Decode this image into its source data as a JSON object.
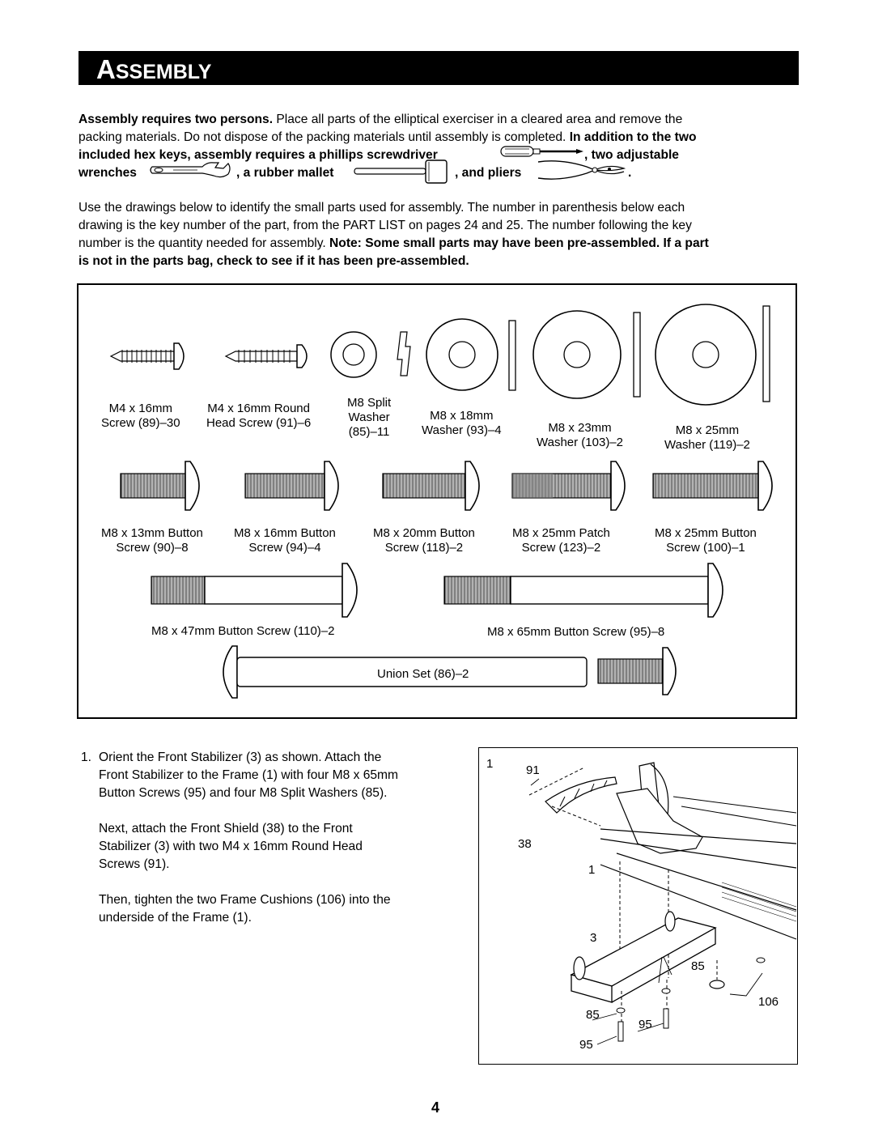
{
  "header": {
    "title_first": "A",
    "title_rest": "SSEMBLY"
  },
  "intro": {
    "bold1": "Assembly requires two persons.",
    "text1": " Place all parts of the elliptical exerciser in a cleared area and remove the",
    "line2_text": "packing materials. Do not dispose of the packing materials until assembly is completed. ",
    "line2_bold": "In addition to the two",
    "line3_bold": "included hex keys, assembly requires a phillips screwdriver",
    "line3_end": ", two adjustable",
    "line4_wrenches": "wrenches",
    "line4_mallet": ", a rubber mallet",
    "line4_pliers": ", and pliers",
    "line4_period": "."
  },
  "instructions": {
    "line1": "Use the drawings below to identify the small parts used for assembly. The number in parenthesis below each",
    "line2": "drawing is the key number of the part, from the PART LIST on pages 24 and 25. The number following the key",
    "line3_text": "number is the quantity needed for assembly. ",
    "line3_bold": "Note: Some small parts may have been pre-assembled. If a part",
    "line4_bold": "is not in the parts bag, check to see if it has been pre-assembled."
  },
  "parts": {
    "p89": [
      "M4 x 16mm",
      "Screw (89)–30"
    ],
    "p91": [
      "M4 x 16mm Round",
      "Head Screw (91)–6"
    ],
    "p85": [
      "M8 Split",
      "Washer",
      "(85)–11"
    ],
    "p93": [
      "M8 x 18mm",
      "Washer (93)–4"
    ],
    "p103": [
      "M8 x 23mm",
      "Washer (103)–2"
    ],
    "p119": [
      "M8 x 25mm",
      "Washer (119)–2"
    ],
    "p90": [
      "M8 x 13mm Button",
      "Screw (90)–8"
    ],
    "p94": [
      "M8 x 16mm Button",
      "Screw (94)–4"
    ],
    "p118": [
      "M8 x 20mm Button",
      "Screw (118)–2"
    ],
    "p123": [
      "M8 x 25mm Patch",
      "Screw (123)–2"
    ],
    "p100": [
      "M8 x 25mm Button",
      "Screw (100)–1"
    ],
    "p110": "M8 x 47mm Button Screw (110)–2",
    "p95": "M8 x 65mm Button Screw (95)–8",
    "p86": "Union Set (86)–2"
  },
  "step1": {
    "number": "1.",
    "p1": [
      "Orient the Front Stabilizer (3) as shown. Attach the",
      "Front Stabilizer to the Frame (1) with four M8 x 65mm",
      "Button Screws (95) and four M8 Split Washers (85)."
    ],
    "p2": [
      "Next, attach the Front Shield (38) to the Front",
      "Stabilizer (3) with two M4 x 16mm Round Head",
      "Screws (91)."
    ],
    "p3": [
      "Then, tighten the two Frame Cushions (106) into the",
      "underside of the Frame (1)."
    ]
  },
  "diagram": {
    "step_num": "1",
    "c91": "91",
    "c38": "38",
    "c1": "1",
    "c3": "3",
    "c85a": "85",
    "c106": "106",
    "c85b": "85",
    "c95a": "95",
    "c95b": "95"
  },
  "page_number": "4"
}
